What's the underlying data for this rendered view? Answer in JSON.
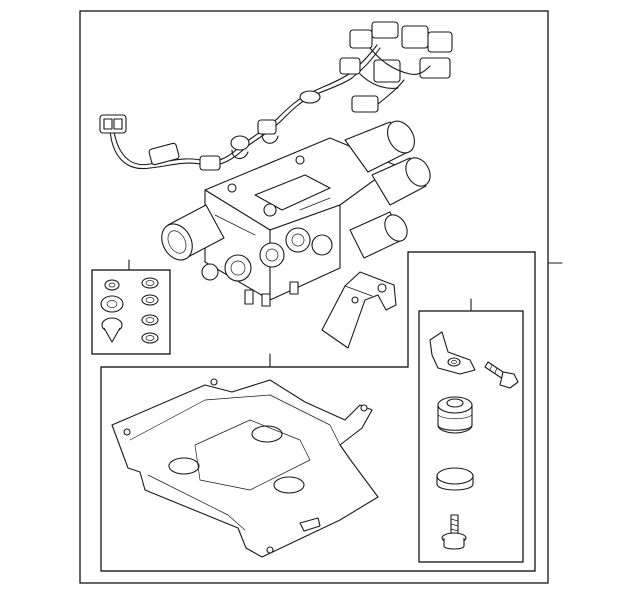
{
  "diagram": {
    "parts": [
      {
        "id": "valve-block-assembly"
      },
      {
        "id": "wiring-harness"
      },
      {
        "id": "seal-ring-kit"
      },
      {
        "id": "mounting-bracket"
      },
      {
        "id": "skid-shield-plate"
      },
      {
        "id": "bracket"
      },
      {
        "id": "bolt"
      },
      {
        "id": "rubber-isolator"
      },
      {
        "id": "washer"
      },
      {
        "id": "stud-bolt"
      }
    ]
  }
}
